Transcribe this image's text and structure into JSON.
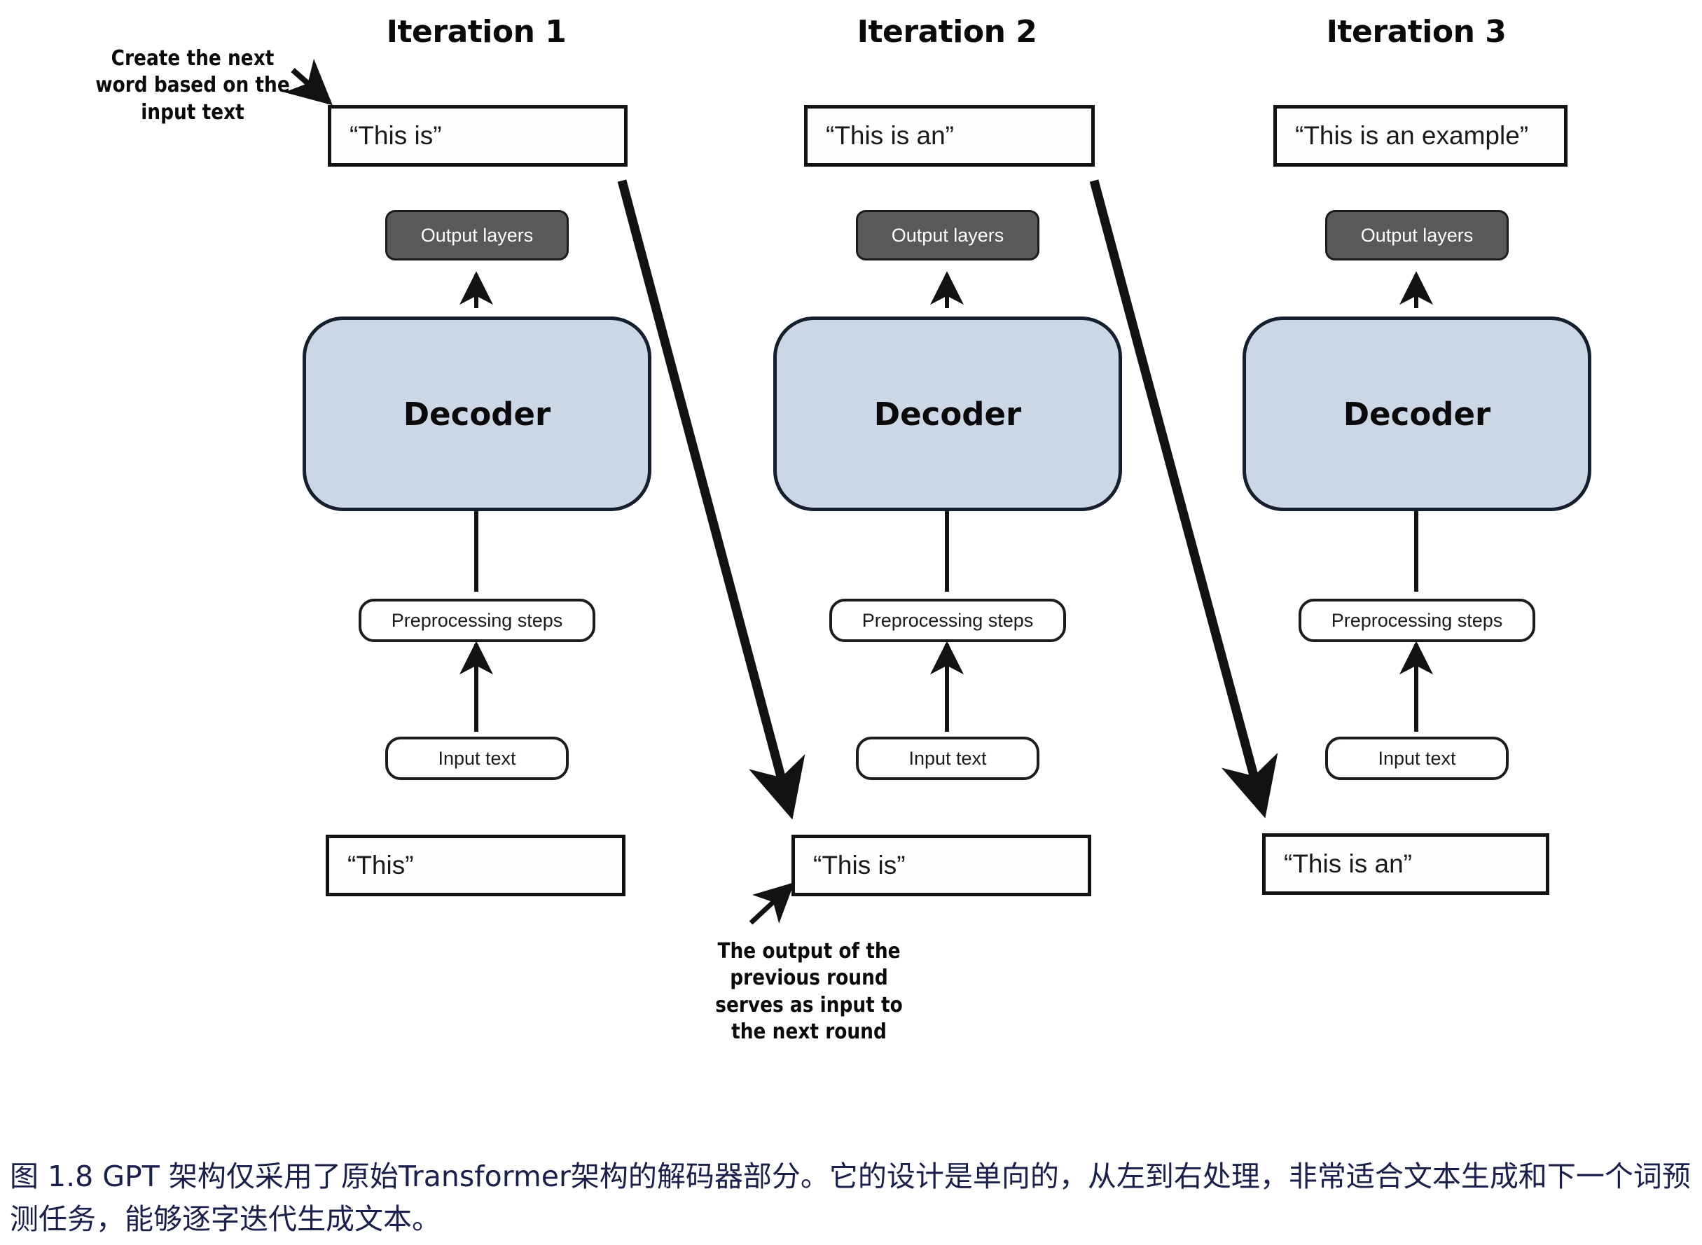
{
  "figure": {
    "columns": [
      {
        "title": "Iteration 1",
        "output_text": "“This is”",
        "output_layers_label": "Output layers",
        "decoder_label": "Decoder",
        "preprocessing_label": "Preprocessing steps",
        "input_label": "Input text",
        "input_text": "“This”"
      },
      {
        "title": "Iteration 2",
        "output_text": "“This is an”",
        "output_layers_label": "Output layers",
        "decoder_label": "Decoder",
        "preprocessing_label": "Preprocessing steps",
        "input_label": "Input text",
        "input_text": "“This is”"
      },
      {
        "title": "Iteration 3",
        "output_text": "“This is an example”",
        "output_layers_label": "Output layers",
        "decoder_label": "Decoder",
        "preprocessing_label": "Preprocessing steps",
        "input_label": "Input text",
        "input_text": "“This is an”"
      }
    ],
    "annotations": {
      "top_left": "Create the next word based on the input text",
      "top_left_lines": [
        "Create the next",
        "word based on the",
        "input text"
      ],
      "bottom_center": "The output of the previous round serves as input to the next round",
      "bottom_center_lines": [
        "The output of the",
        "previous round",
        "serves as input to",
        "the next round"
      ]
    },
    "caption": "图 1.8  GPT 架构仅采用了原始Transformer架构的解码器部分。它的设计是单向的，从左到右处理，非常适合文本生成和下一个词预测任务，能够逐字迭代生成文本。",
    "colors": {
      "decoder_fill": "#ccd7e6",
      "decoder_stroke": "#14202e",
      "output_layers_fill": "#58595b",
      "output_layers_text": "#ffffff",
      "box_stroke": "#131313",
      "caption_text": "#1b1f4b",
      "background": "#ffffff"
    }
  }
}
